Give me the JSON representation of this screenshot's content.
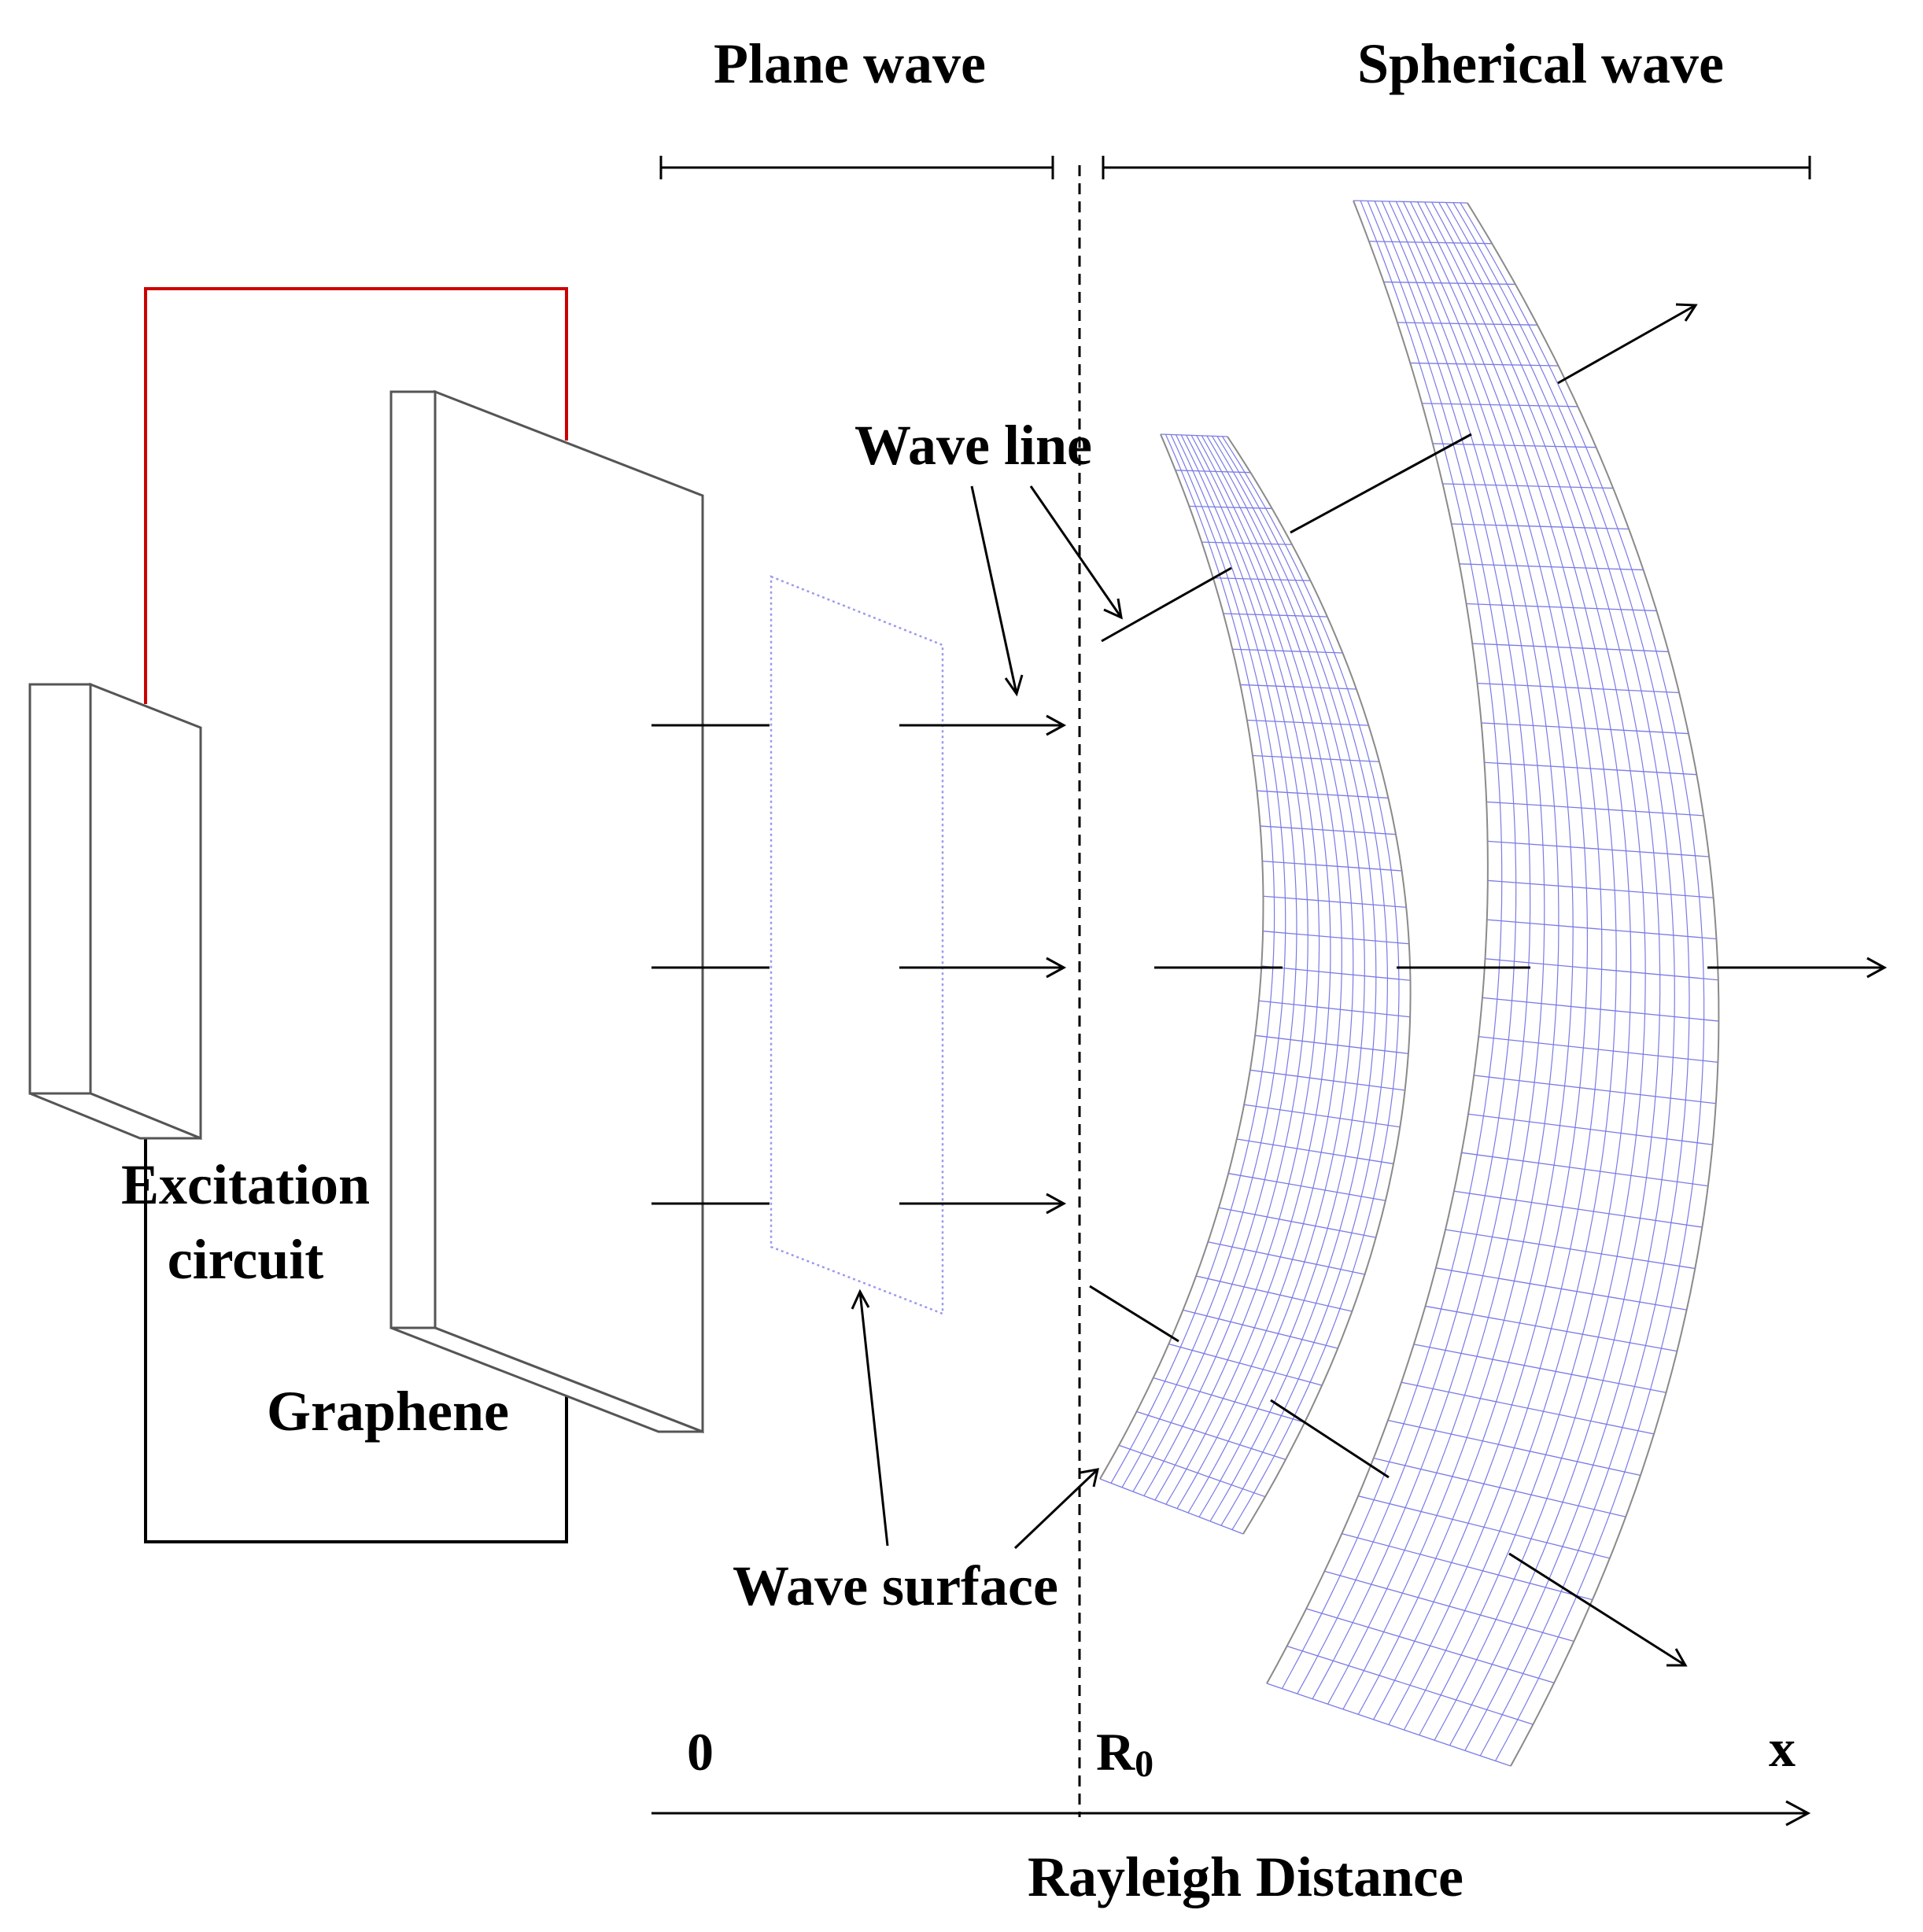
{
  "labels": {
    "plane_wave": "Plane wave",
    "spherical_wave": "Spherical wave",
    "wave_line": "Wave line",
    "wave_surface": "Wave surface",
    "excitation_line1": "Excitation",
    "excitation_line2": "circuit",
    "graphene": "Graphene",
    "origin": "0",
    "r_main": "R",
    "r_sub": "0",
    "x_axis": "x",
    "rayleigh": "Rayleigh Distance"
  },
  "colors": {
    "circuit_wire_top": "#cc0000",
    "circuit_wire_bottom": "#000000",
    "device_outline": "#555555",
    "wavefront_mesh": "#7a7ae6",
    "plane_wavefront": "#9a9aee",
    "arrow": "#000000"
  },
  "icons": {
    "arrowhead": "open-chevron-arrowhead"
  }
}
